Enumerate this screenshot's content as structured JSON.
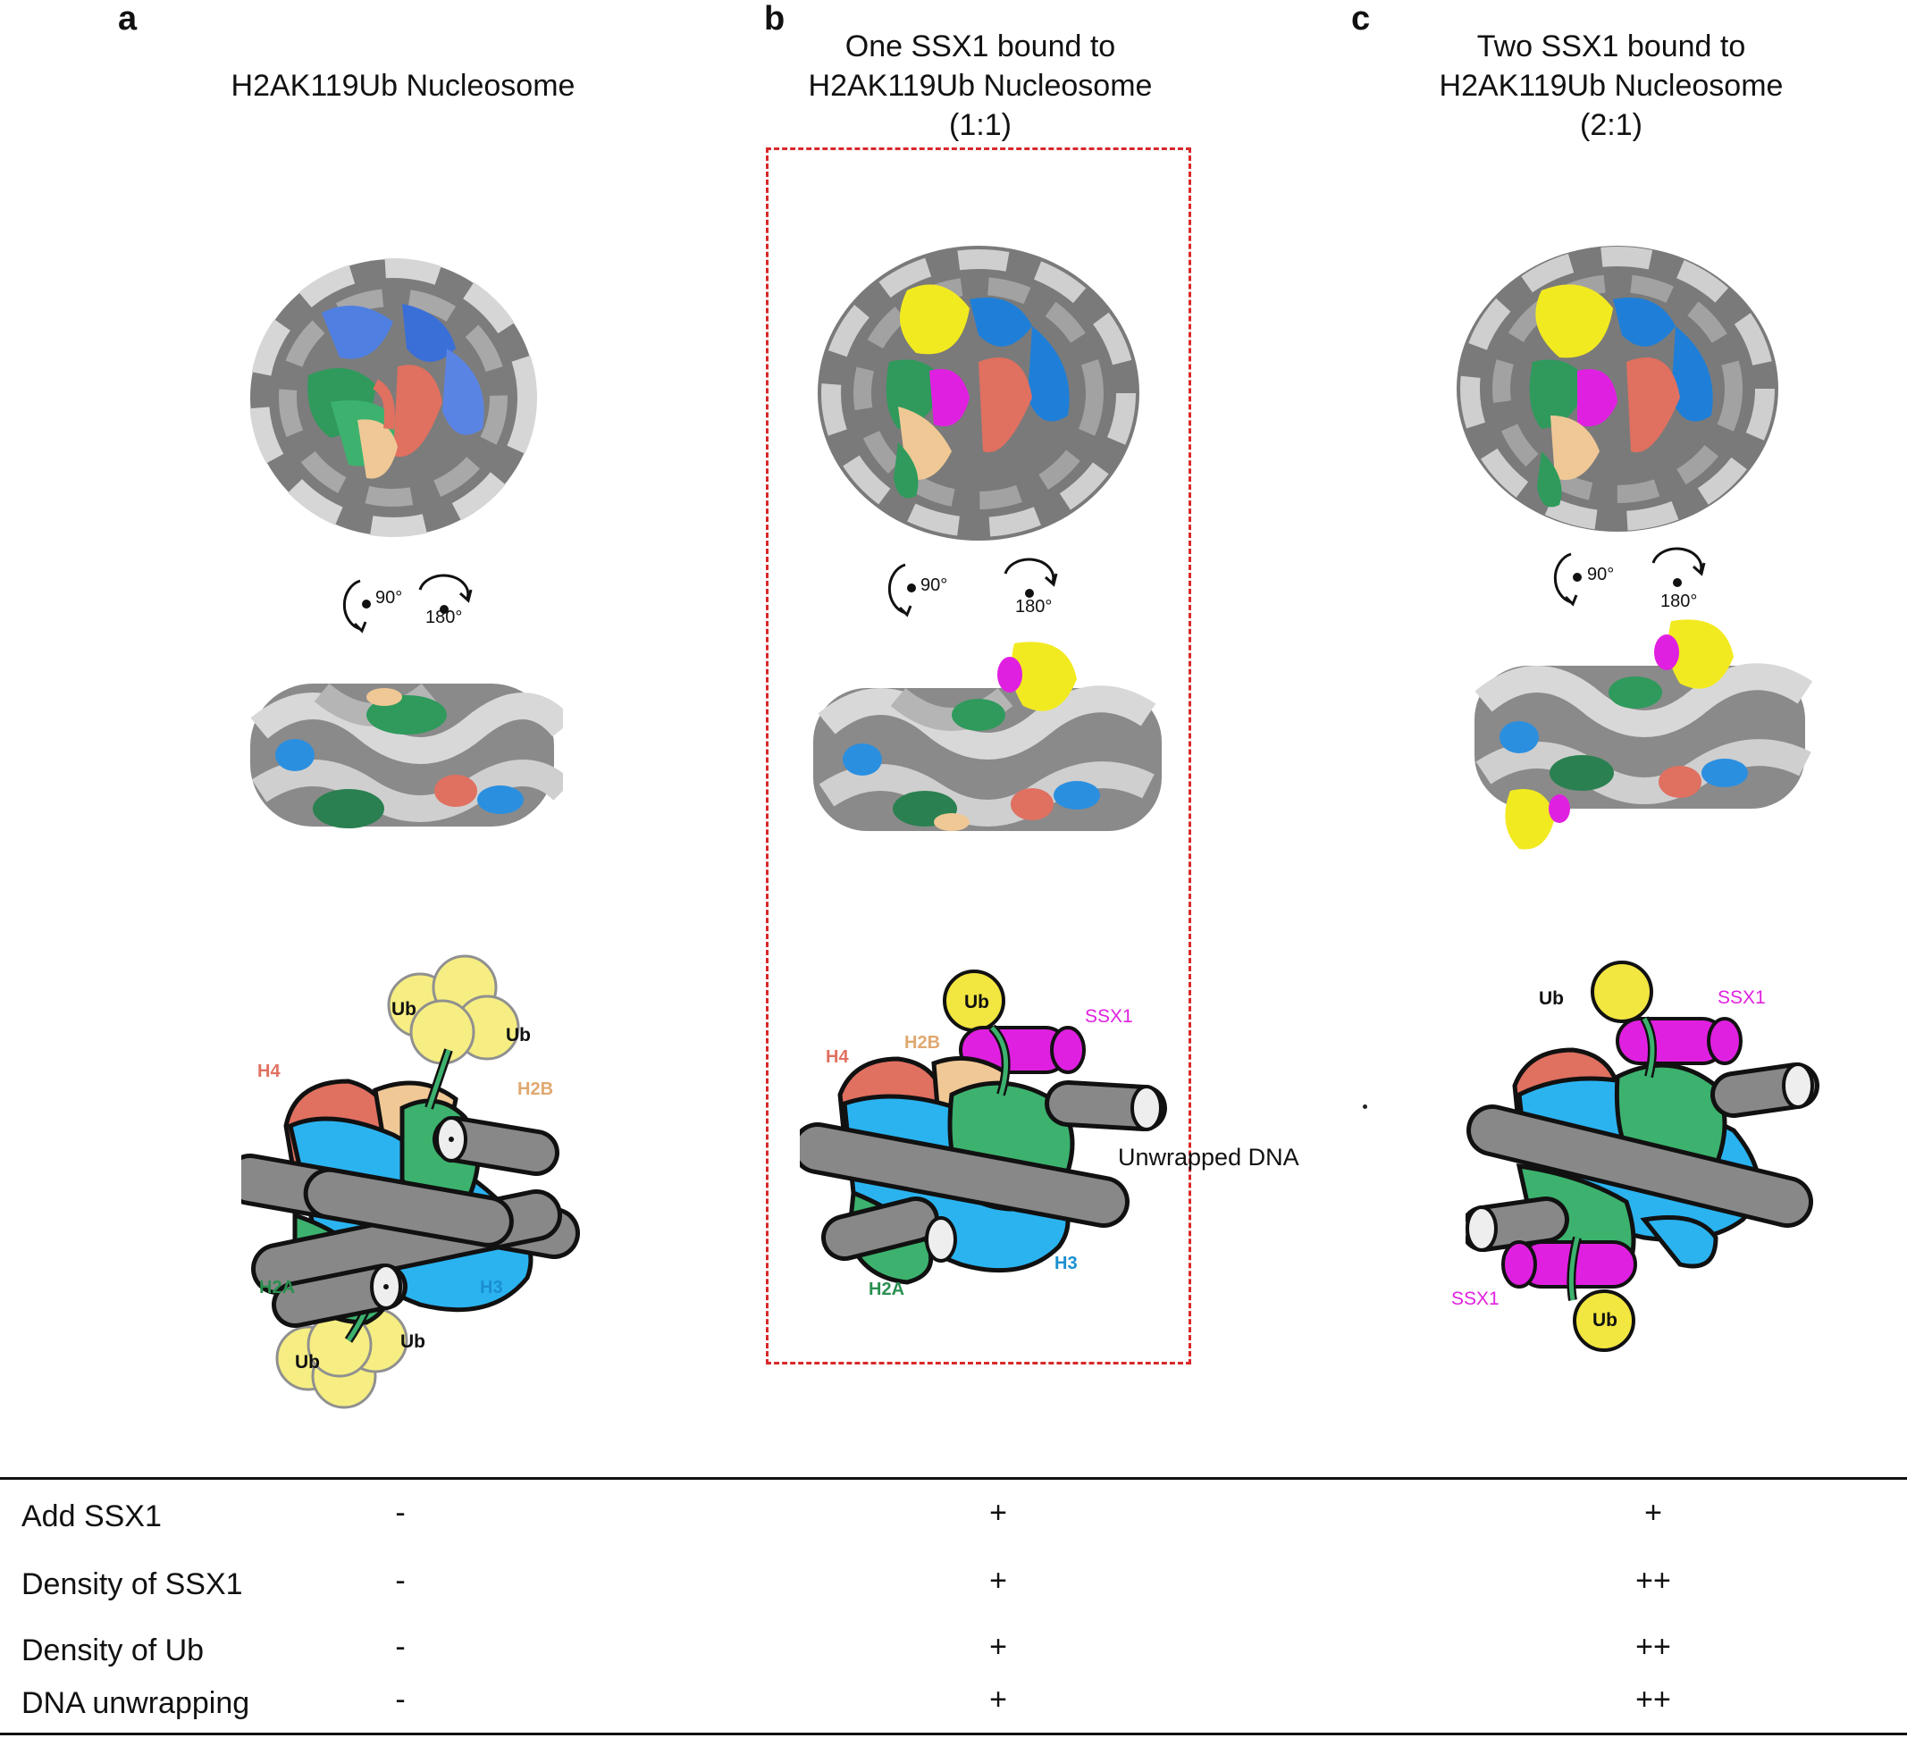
{
  "panels": [
    {
      "letter": "a",
      "title_lines": [
        "H2AK119Ub Nucleosome"
      ]
    },
    {
      "letter": "b",
      "title_lines": [
        "One SSX1 bound to",
        "H2AK119Ub Nucleosome",
        "(1:1)"
      ]
    },
    {
      "letter": "c",
      "title_lines": [
        "Two SSX1 bound to",
        "H2AK119Ub Nucleosome",
        "(2:1)"
      ]
    }
  ],
  "rotation": {
    "first": "90°",
    "second": "180°"
  },
  "labels": {
    "ub": "Ub",
    "h4": "H4",
    "h2b": "H2B",
    "h2a": "H2A",
    "h3": "H3",
    "ssx1": "SSX1",
    "unwrapped_dna": "Unwrapped DNA"
  },
  "colors": {
    "dna": "#888888",
    "dna_light": "#d9d9d9",
    "h2a": "#3cb26e",
    "h2b": "#f0c896",
    "h3": "#2bb3f0",
    "h4": "#e07060",
    "ub": "#f2e640",
    "ssx1": "#e020e0",
    "highlight_box": "#d8282a"
  },
  "table": {
    "rows": [
      {
        "label": "Add SSX1",
        "a": "-",
        "b": "+",
        "c": "+"
      },
      {
        "label": "Density of SSX1",
        "a": "-",
        "b": "+",
        "c": "++"
      },
      {
        "label": "Density of Ub",
        "a": "-",
        "b": "+",
        "c": "++"
      },
      {
        "label": "DNA unwrapping",
        "a": "-",
        "b": "+",
        "c": "++"
      }
    ]
  }
}
